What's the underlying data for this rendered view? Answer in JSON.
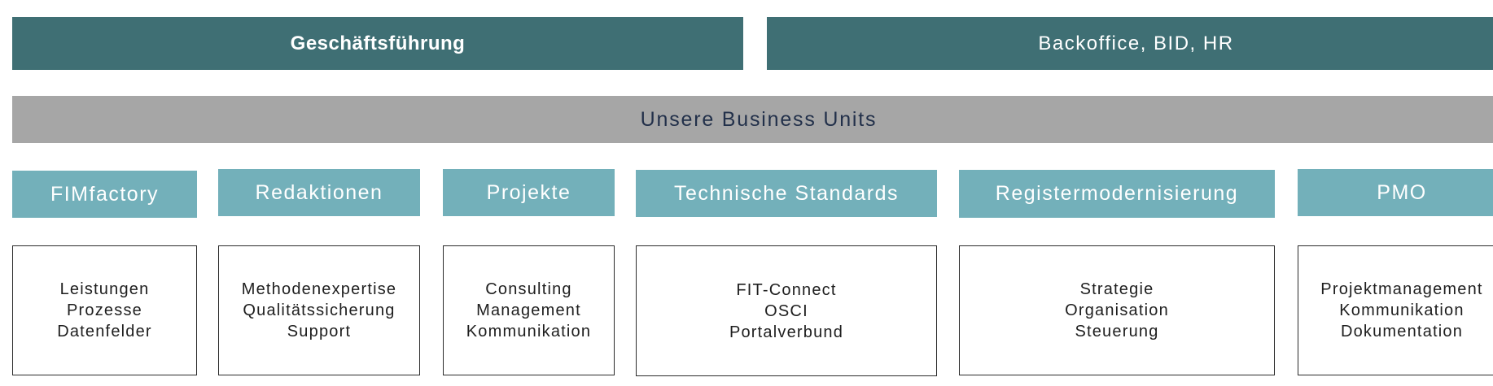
{
  "top": {
    "left_label": "Geschäftsführung",
    "right_label": "Backoffice, BID, HR"
  },
  "banner": {
    "label": "Unsere Business Units"
  },
  "colors": {
    "top_fill": "#3f6f74",
    "banner_fill": "#a6a6a6",
    "unit_fill": "#73b0ba",
    "task_border": "#2b2b2b"
  },
  "units": [
    {
      "name": "FIMfactory",
      "tasks": [
        "Leistungen",
        "Prozesse",
        "Datenfelder"
      ]
    },
    {
      "name": "Redaktionen",
      "tasks": [
        "Methodenexpertise",
        "Qualitätssicherung",
        "Support"
      ]
    },
    {
      "name": "Projekte",
      "tasks": [
        "Consulting",
        "Management",
        "Kommunikation"
      ]
    },
    {
      "name": "Technische Standards",
      "tasks": [
        "FIT-Connect",
        "OSCI",
        "Portalverbund"
      ]
    },
    {
      "name": "Registermodernisierung",
      "tasks": [
        "Strategie",
        "Organisation",
        "Steuerung"
      ]
    },
    {
      "name": "PMO",
      "tasks": [
        "Projektmanagement",
        "Kommunikation",
        "Dokumentation"
      ]
    }
  ]
}
